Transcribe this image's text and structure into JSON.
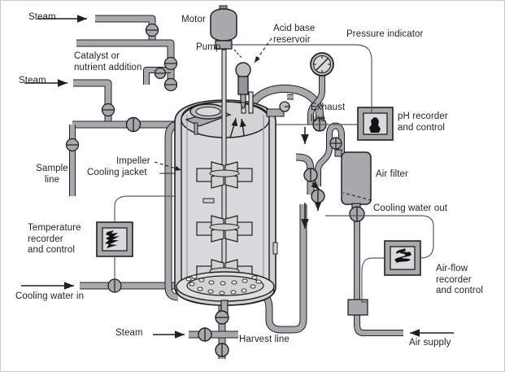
{
  "figure": {
    "title": "Stirred-tank bioreactor / fermenter process diagram",
    "type": "process-flow-diagram",
    "background_color": "#ffffff",
    "line_color": "#231f20",
    "pipe_fill": "#a7a9ac",
    "vessel_fill": "#d9dadb",
    "equipment_fill": "#a7a9ac",
    "recorder_box_fill": "#a7a9ac",
    "recorder_inner_fill": "#d9dadb",
    "text_color": "#231f20"
  },
  "labels": {
    "steam_top": "Steam",
    "motor": "Motor",
    "acid_base_reservoir": "Acid base\nreservoir",
    "pressure_indicator": "Pressure indicator",
    "catalyst_or_nutrient": "Catalyst or\nnutrient addition",
    "pump": "Pump",
    "steam_left": "Steam",
    "exhaust_line": "Exhaust\nline",
    "ph_recorder": "pH recorder\nand control",
    "sample_line": "Sample\nline",
    "impeller": "Impeller",
    "cooling_jacket": "Cooling jacket",
    "air_filter": "Air filter",
    "cooling_water_out": "Cooling water out",
    "temperature_recorder": "Temperature\nrecorder\nand control",
    "airflow_recorder": "Air-flow\nrecorder\nand control",
    "cooling_water_in": "Cooling water in",
    "steam_bottom": "Steam",
    "harvest_line": "Harvest line",
    "air_supply": "Air supply"
  },
  "components": [
    {
      "name": "motor",
      "label": "Motor",
      "kind": "drive"
    },
    {
      "name": "pump",
      "label": "Pump",
      "kind": "pump"
    },
    {
      "name": "acid-base-reservoir",
      "label": "Acid base reservoir",
      "kind": "vessel"
    },
    {
      "name": "pressure-indicator",
      "label": "Pressure indicator",
      "kind": "gauge"
    },
    {
      "name": "ph-recorder",
      "label": "pH recorder and control",
      "kind": "recorder"
    },
    {
      "name": "temperature-recorder",
      "label": "Temperature recorder and control",
      "kind": "recorder"
    },
    {
      "name": "airflow-recorder",
      "label": "Air-flow recorder and control",
      "kind": "recorder"
    },
    {
      "name": "air-filter",
      "label": "Air filter",
      "kind": "filter"
    },
    {
      "name": "impeller",
      "label": "Impeller",
      "kind": "internal"
    },
    {
      "name": "cooling-jacket",
      "label": "Cooling jacket",
      "kind": "internal"
    }
  ],
  "streams": [
    {
      "name": "steam-top",
      "label": "Steam",
      "direction": "in"
    },
    {
      "name": "steam-left",
      "label": "Steam",
      "direction": "in"
    },
    {
      "name": "steam-bottom",
      "label": "Steam",
      "direction": "in"
    },
    {
      "name": "cooling-water-in",
      "label": "Cooling water in",
      "direction": "in"
    },
    {
      "name": "cooling-water-out",
      "label": "Cooling water out",
      "direction": "out"
    },
    {
      "name": "air-supply",
      "label": "Air supply",
      "direction": "in"
    },
    {
      "name": "exhaust-line",
      "label": "Exhaust line",
      "direction": "out"
    },
    {
      "name": "harvest-line",
      "label": "Harvest line",
      "direction": "out"
    },
    {
      "name": "sample-line",
      "label": "Sample line",
      "direction": "out"
    },
    {
      "name": "catalyst-or-nutrient-addition",
      "label": "Catalyst or nutrient addition",
      "direction": "in"
    }
  ]
}
